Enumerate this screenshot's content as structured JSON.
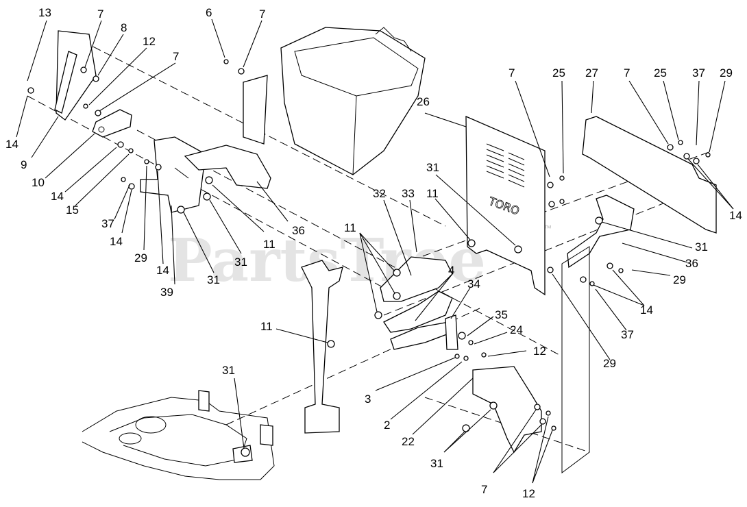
{
  "watermark": "PartsTree",
  "trademark": "™",
  "panel_marking": "TORO",
  "callouts": [
    "13",
    "7",
    "8",
    "12",
    "7",
    "6",
    "7",
    "14",
    "9",
    "10",
    "14",
    "15",
    "37",
    "14",
    "29",
    "14",
    "11",
    "36",
    "31",
    "31",
    "39",
    "26",
    "7",
    "25",
    "27",
    "7",
    "25",
    "37",
    "29",
    "14",
    "31",
    "32",
    "33",
    "11",
    "11",
    "4",
    "34",
    "31",
    "36",
    "29",
    "14",
    "37",
    "35",
    "24",
    "12",
    "11",
    "3",
    "2",
    "22",
    "29",
    "31",
    "31",
    "7",
    "12"
  ]
}
